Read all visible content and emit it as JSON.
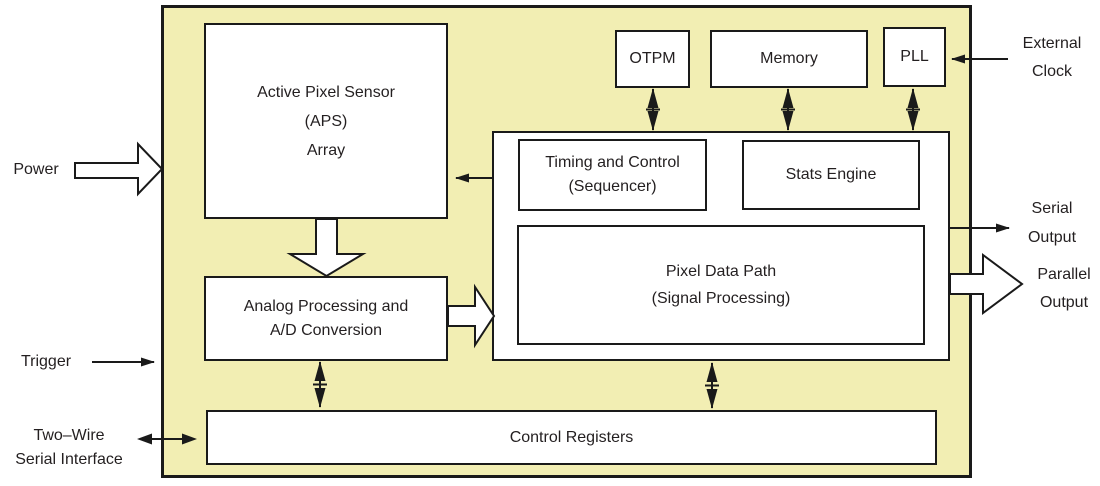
{
  "diagram": {
    "title_hint": "Image sensor chip block diagram",
    "colors": {
      "chip_fill": "#f2eeb3",
      "line": "#1a1a1a",
      "block_fill": "#ffffff",
      "text": "#231f20"
    },
    "blocks": {
      "aps": {
        "lines": [
          "Active Pixel Sensor",
          "(APS)",
          "Array"
        ]
      },
      "otpm": {
        "label": "OTPM"
      },
      "memory": {
        "label": "Memory"
      },
      "pll": {
        "label": "PLL"
      },
      "timing": {
        "lines": [
          "Timing and Control",
          "(Sequencer)"
        ]
      },
      "stats": {
        "label": "Stats Engine"
      },
      "pixel_data_path": {
        "lines": [
          "Pixel Data Path",
          "(Signal Processing)"
        ]
      },
      "analog": {
        "lines": [
          "Analog Processing and",
          "A/D Conversion"
        ]
      },
      "control_registers": {
        "label": "Control Registers"
      }
    },
    "external": {
      "power": "Power",
      "trigger": "Trigger",
      "two_wire": {
        "lines": [
          "Two–Wire",
          "Serial Interface"
        ]
      },
      "external_clock": {
        "lines": [
          "External",
          "Clock"
        ]
      },
      "serial_output": {
        "lines": [
          "Serial",
          "Output"
        ]
      },
      "parallel_output": {
        "lines": [
          "Parallel",
          "Output"
        ]
      }
    }
  }
}
